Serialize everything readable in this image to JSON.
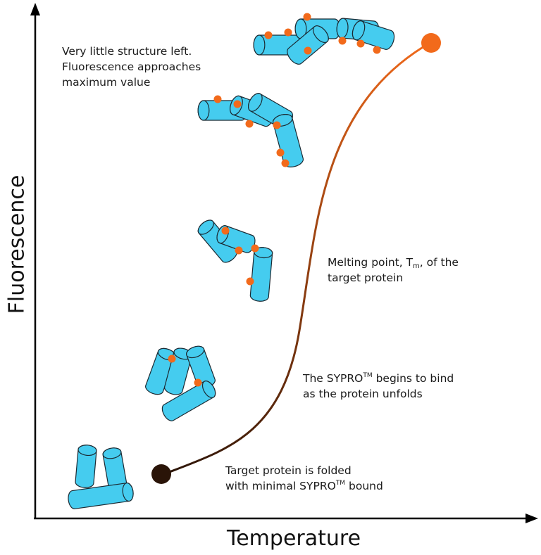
{
  "axes": {
    "x_label": "Temperature",
    "y_label": "Fluorescence"
  },
  "annotations": {
    "unfolded": {
      "line1": "Very little structure left.",
      "line2": "Fluorescence approaches",
      "line3": "maximum value"
    },
    "melting": {
      "pre": "Melting point, T",
      "sub": "m",
      "post": ", of the",
      "line2": "target protein"
    },
    "binding": {
      "pre": "The SYPRO",
      "sup": "TM",
      "post": " begins to bind",
      "line2": "as the protein unfolds"
    },
    "folded": {
      "line1": "Target protein is folded",
      "pre2": "with minimal SYPRO",
      "sup": "TM",
      "post2": " bound"
    }
  },
  "colors": {
    "curve_start": "#2a1408",
    "curve_end": "#f26a1b",
    "helix_fill": "#45ccef",
    "dye": "#f26a1b",
    "axis": "#000000"
  }
}
